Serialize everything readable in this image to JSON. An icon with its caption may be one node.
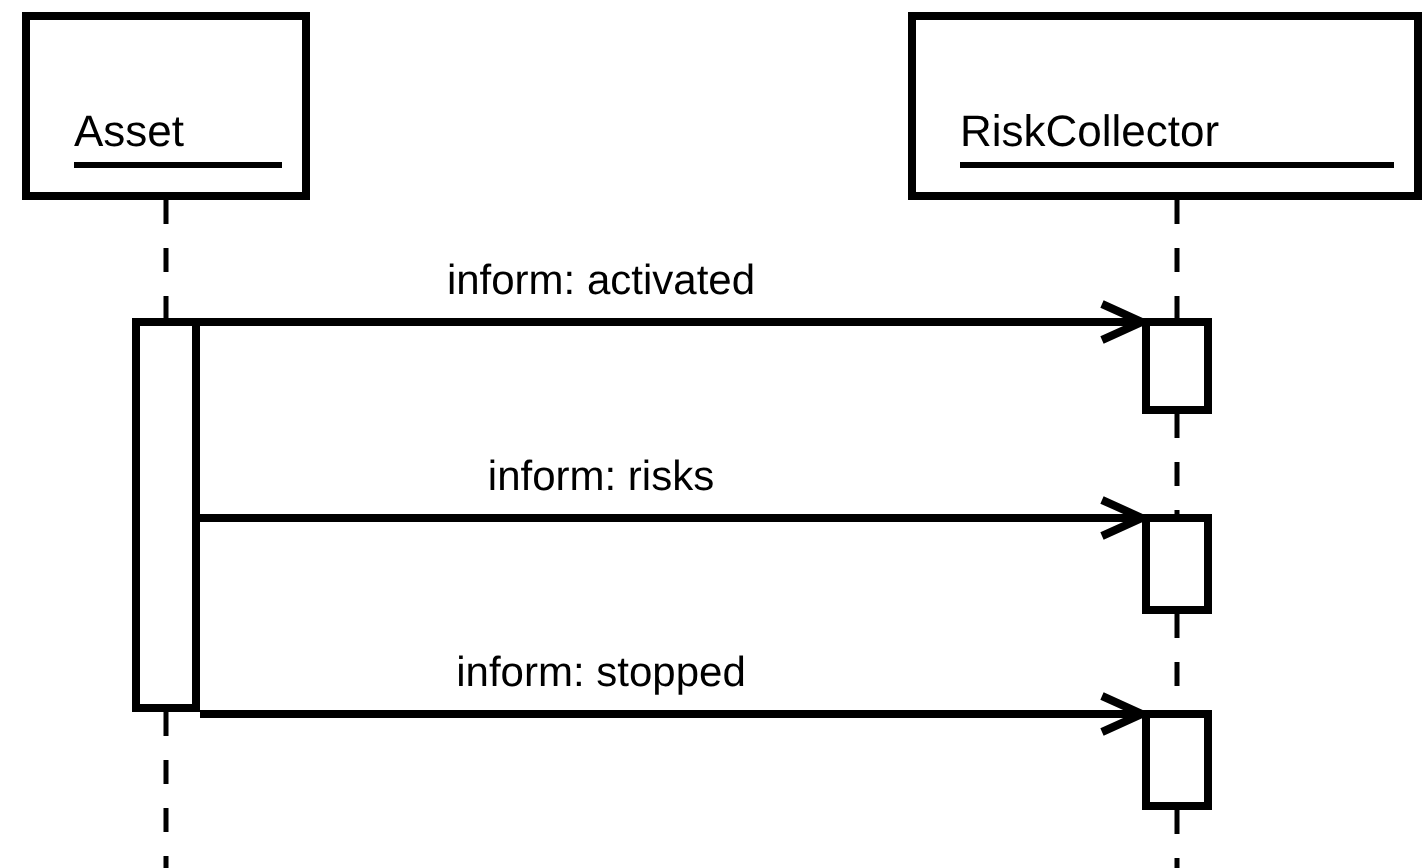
{
  "diagram": {
    "nodes": [
      {
        "text": [
          "Asset"
        ]
      },
      {
        "text": [
          "RiskCollector"
        ]
      },
      {
        "text": [],
        "shape": "bar"
      },
      {
        "text": [],
        "shape": "bar"
      },
      {
        "text": [],
        "shape": "bar"
      },
      {
        "text": [],
        "shape": "bar"
      }
    ],
    "edges": [
      {
        "from": 2,
        "to": 3,
        "label": "inform: activated",
        "arrow": "to"
      },
      {
        "from": 2,
        "to": 4,
        "label": "inform: risks",
        "arrow": "to"
      },
      {
        "from": 2,
        "to": 5,
        "label": "inform: stopped",
        "arrow": "to"
      },
      {
        "from": 0,
        "to": 2,
        "arrow": "none",
        "style": "dashed"
      },
      {
        "from": 2,
        "to": null,
        "arrow": "none",
        "style": "dashed"
      },
      {
        "from": 1,
        "to": 3,
        "arrow": "none",
        "style": "dashed"
      },
      {
        "from": 3,
        "to": 4,
        "arrow": "none",
        "style": "dashed"
      },
      {
        "from": 4,
        "to": 5,
        "arrow": "none",
        "style": "dashed"
      },
      {
        "from": 5,
        "to": null,
        "arrow": "none",
        "style": "dashed"
      }
    ]
  }
}
